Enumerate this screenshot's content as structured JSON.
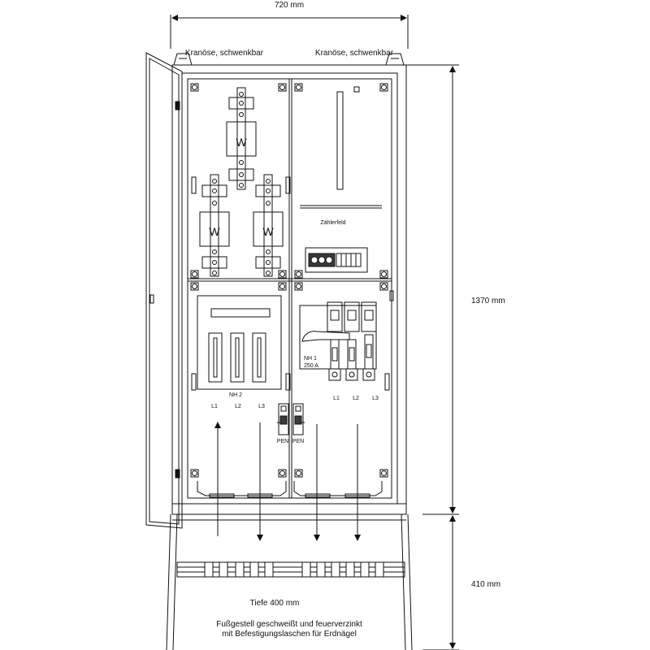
{
  "dimensions": {
    "width": "720 mm",
    "height_main": "1370 mm",
    "height_base": "410 mm"
  },
  "labels": {
    "crane_left": "Kranöse, schwenkbar",
    "crane_right": "Kranöse, schwenkbar",
    "meter_field": "Zählerfeld",
    "depth": "Tiefe 400 mm",
    "base_line1": "Fußgestell geschweißt und feuerverzinkt",
    "base_line2": "mit Befestigungslaschen für Erdnägel"
  },
  "meters": [
    "W",
    "W",
    "W"
  ],
  "nh2": {
    "title": "NH 2",
    "phases": [
      "L1",
      "L2",
      "L3"
    ]
  },
  "nh1": {
    "title": "NH 1",
    "rating": "250 A",
    "phases": [
      "L1",
      "L2",
      "L3"
    ]
  },
  "pen": [
    "PEN",
    "PEN"
  ],
  "colors": {
    "line": "#111111",
    "hatch": "#777777",
    "terminal_dark": "#3a3a3a"
  }
}
